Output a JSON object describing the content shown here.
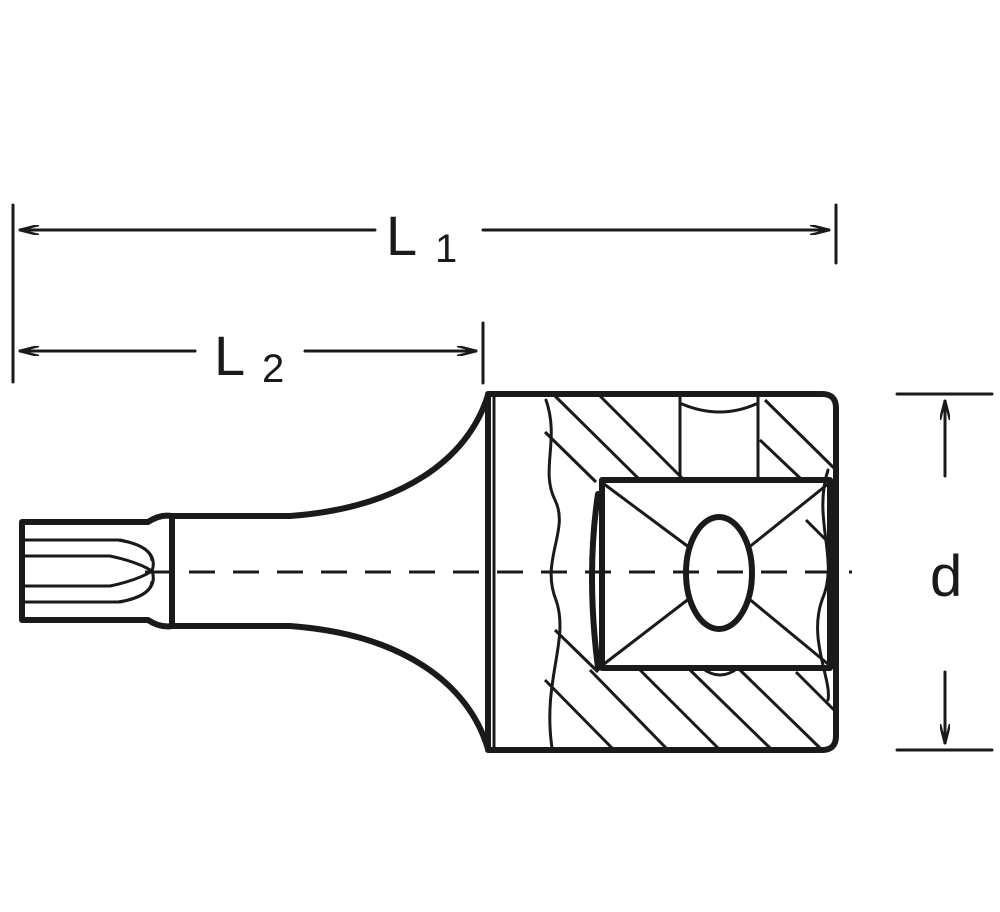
{
  "dimensions": {
    "overall_length": {
      "letter": "L",
      "index": "1"
    },
    "shank_length": {
      "letter": "L",
      "index": "2"
    },
    "diameter": {
      "letter": "d"
    }
  },
  "colors": {
    "line": "#1a1a1a",
    "background": "#ffffff"
  }
}
